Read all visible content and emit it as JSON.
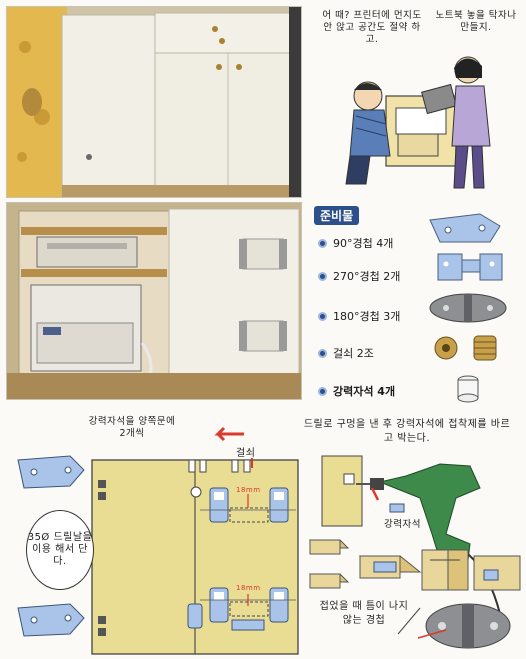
{
  "speech": {
    "left": "어 때? 프린터에 먼지도 안 앉고 공간도 절약 하고.",
    "right": "노트북 놓을 탁자나 만들지."
  },
  "materials": {
    "title": "준비물",
    "items": [
      {
        "label": "90°경첩 4개"
      },
      {
        "label": "270°경첩 2개"
      },
      {
        "label": "180°경첩 3개"
      },
      {
        "label": "걸쇠 2조"
      },
      {
        "label": "강력자석 4개"
      }
    ]
  },
  "diagram": {
    "magnet_note": "강력자석을 양쪽문에 2개씩",
    "latch_label": "걸쇠",
    "drill_note": "드릴로 구멍을 낸 후 강력자석에 접착제를 바르고 박는다.",
    "magnet_label": "강력자석",
    "dim_top": "18mm",
    "dim_bottom": "18mm",
    "drill_bubble": "35Ø 드릴날을 이용 해서 단다.",
    "hinge_note": "접었을 때 틈이 나지않는 경첩"
  },
  "colors": {
    "cabinet": "#e9dd94",
    "hinge": "#a9c4e8",
    "accent": "#d93a2b",
    "bullet": "#2d4f8a",
    "drill": "#3d8a4a"
  }
}
